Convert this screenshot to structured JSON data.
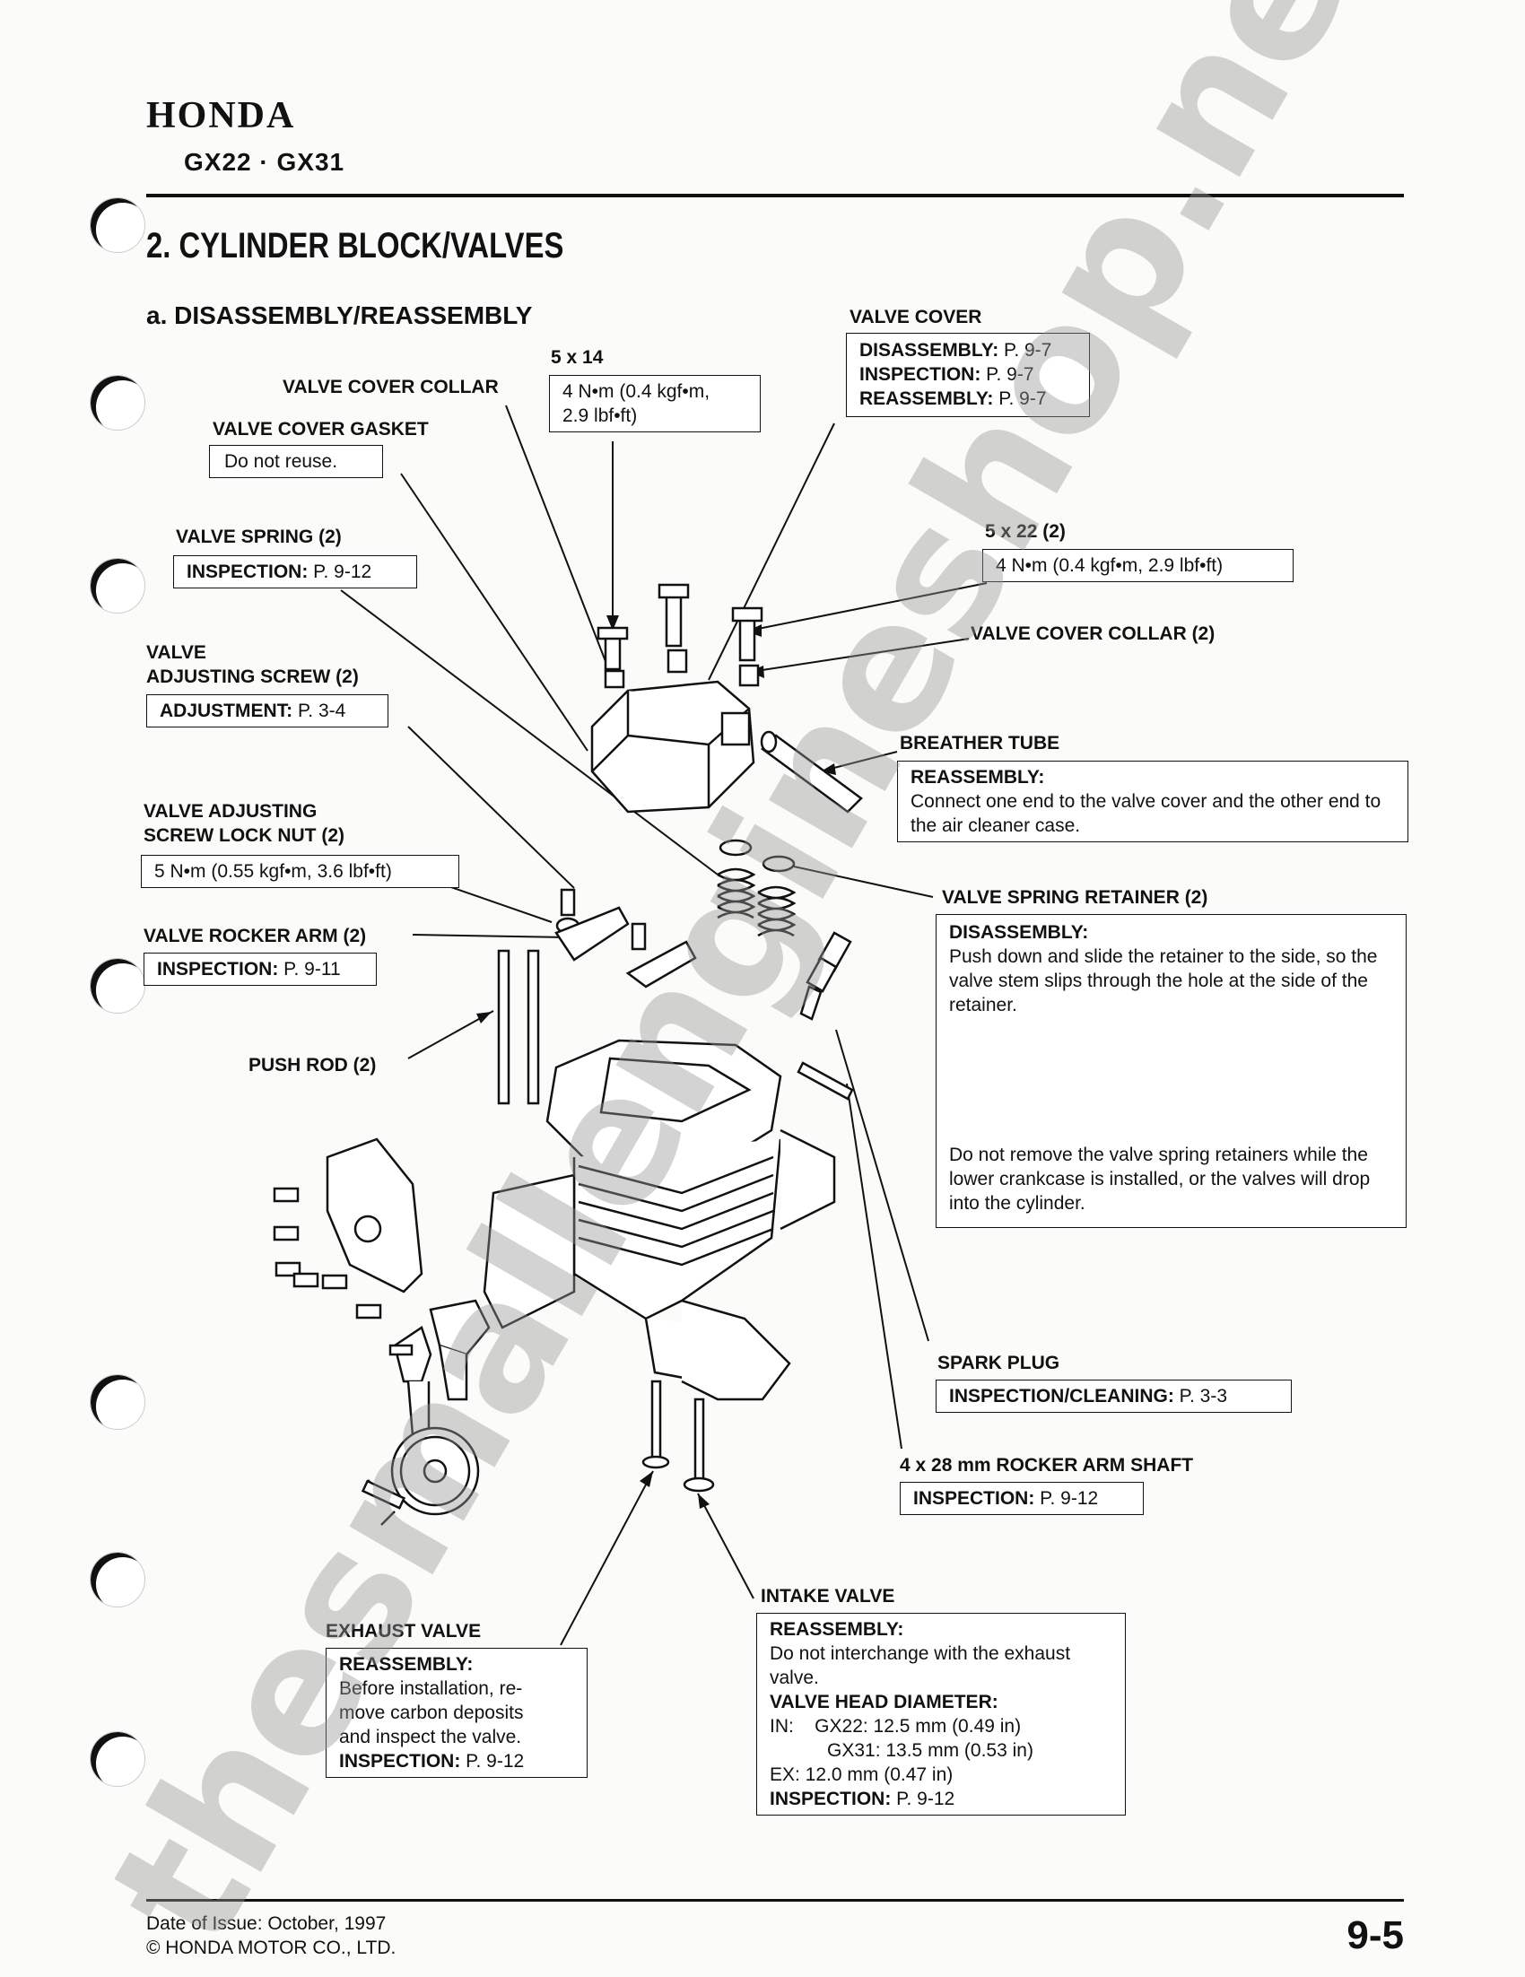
{
  "header": {
    "brand": "HONDA",
    "models": "GX22 · GX31",
    "section_title": "2. CYLINDER BLOCK/VALVES",
    "sub_title": "a. DISASSEMBLY/REASSEMBLY"
  },
  "callouts": {
    "valve_cover": {
      "title": "VALVE COVER",
      "l1_bold": "DISASSEMBLY:",
      "l1_val": " P. 9-7",
      "l2_bold": "INSPECTION:",
      "l2_val": " P. 9-7",
      "l3_bold": "REASSEMBLY:",
      "l3_val": " P. 9-7"
    },
    "bolt_5x14": {
      "title": "5 x 14",
      "torque_line1": "4 N•m (0.4 kgf•m,",
      "torque_line2": "2.9 lbf•ft)"
    },
    "valve_cover_collar": {
      "title": "VALVE COVER COLLAR"
    },
    "valve_cover_gasket": {
      "title": "VALVE COVER GASKET",
      "note": "Do not reuse."
    },
    "valve_spring": {
      "title": "VALVE SPRING (2)",
      "ref_bold": "INSPECTION:",
      "ref_val": " P. 9-12"
    },
    "bolt_5x22": {
      "title": "5 x 22 (2)",
      "torque": "4 N•m (0.4 kgf•m, 2.9 lbf•ft)"
    },
    "valve_cover_collar_2": {
      "title": "VALVE COVER COLLAR (2)"
    },
    "valve_adjusting_screw": {
      "title_line1": "VALVE",
      "title_line2": "ADJUSTING SCREW (2)",
      "ref_bold": "ADJUSTMENT:",
      "ref_val": " P. 3-4"
    },
    "breather_tube": {
      "title": "BREATHER TUBE",
      "head": "REASSEMBLY:",
      "text": "Connect one end to the valve cover and the other end to the air cleaner case."
    },
    "lock_nut": {
      "title_line1": "VALVE ADJUSTING",
      "title_line2": "SCREW LOCK NUT (2)",
      "torque": "5 N•m (0.55 kgf•m, 3.6 lbf•ft)"
    },
    "valve_spring_retainer": {
      "title": "VALVE SPRING RETAINER (2)",
      "head": "DISASSEMBLY:",
      "text": "Push down and slide the retainer to the side, so the valve stem slips through the hole at the side of the retainer.",
      "note": "Do not remove the valve spring retainers while the lower crankcase is installed, or the valves will drop into the cylinder."
    },
    "rocker_arm": {
      "title": "VALVE ROCKER ARM (2)",
      "ref_bold": "INSPECTION:",
      "ref_val": " P. 9-11"
    },
    "push_rod": {
      "title": "PUSH ROD (2)"
    },
    "spark_plug": {
      "title": "SPARK PLUG",
      "ref_bold": "INSPECTION/CLEANING:",
      "ref_val": " P. 3-3"
    },
    "rocker_shaft": {
      "title": "4 x 28 mm ROCKER ARM SHAFT",
      "ref_bold": "INSPECTION:",
      "ref_val": " P. 9-12"
    },
    "intake_valve": {
      "title": "INTAKE VALVE",
      "head": "REASSEMBLY:",
      "text": "Do not interchange with the exhaust valve.",
      "diam_head": "VALVE HEAD DIAMETER:",
      "in_gx22": "IN:    GX22: 12.5 mm (0.49 in)",
      "in_gx31": "GX31: 13.5 mm (0.53 in)",
      "ex": "EX: 12.0 mm (0.47 in)",
      "ref_bold": "INSPECTION:",
      "ref_val": " P. 9-12"
    },
    "exhaust_valve": {
      "title": "EXHAUST VALVE",
      "head": "REASSEMBLY:",
      "l1": "Before installation, re-",
      "l2": "move carbon deposits",
      "l3": "and inspect the valve.",
      "ref_bold": "INSPECTION:",
      "ref_val": " P. 9-12"
    }
  },
  "footer": {
    "date": "Date of Issue: October, 1997",
    "copyright": "© HONDA MOTOR CO., LTD.",
    "page": "9-5"
  },
  "watermark": "thesmallengineshop.net"
}
